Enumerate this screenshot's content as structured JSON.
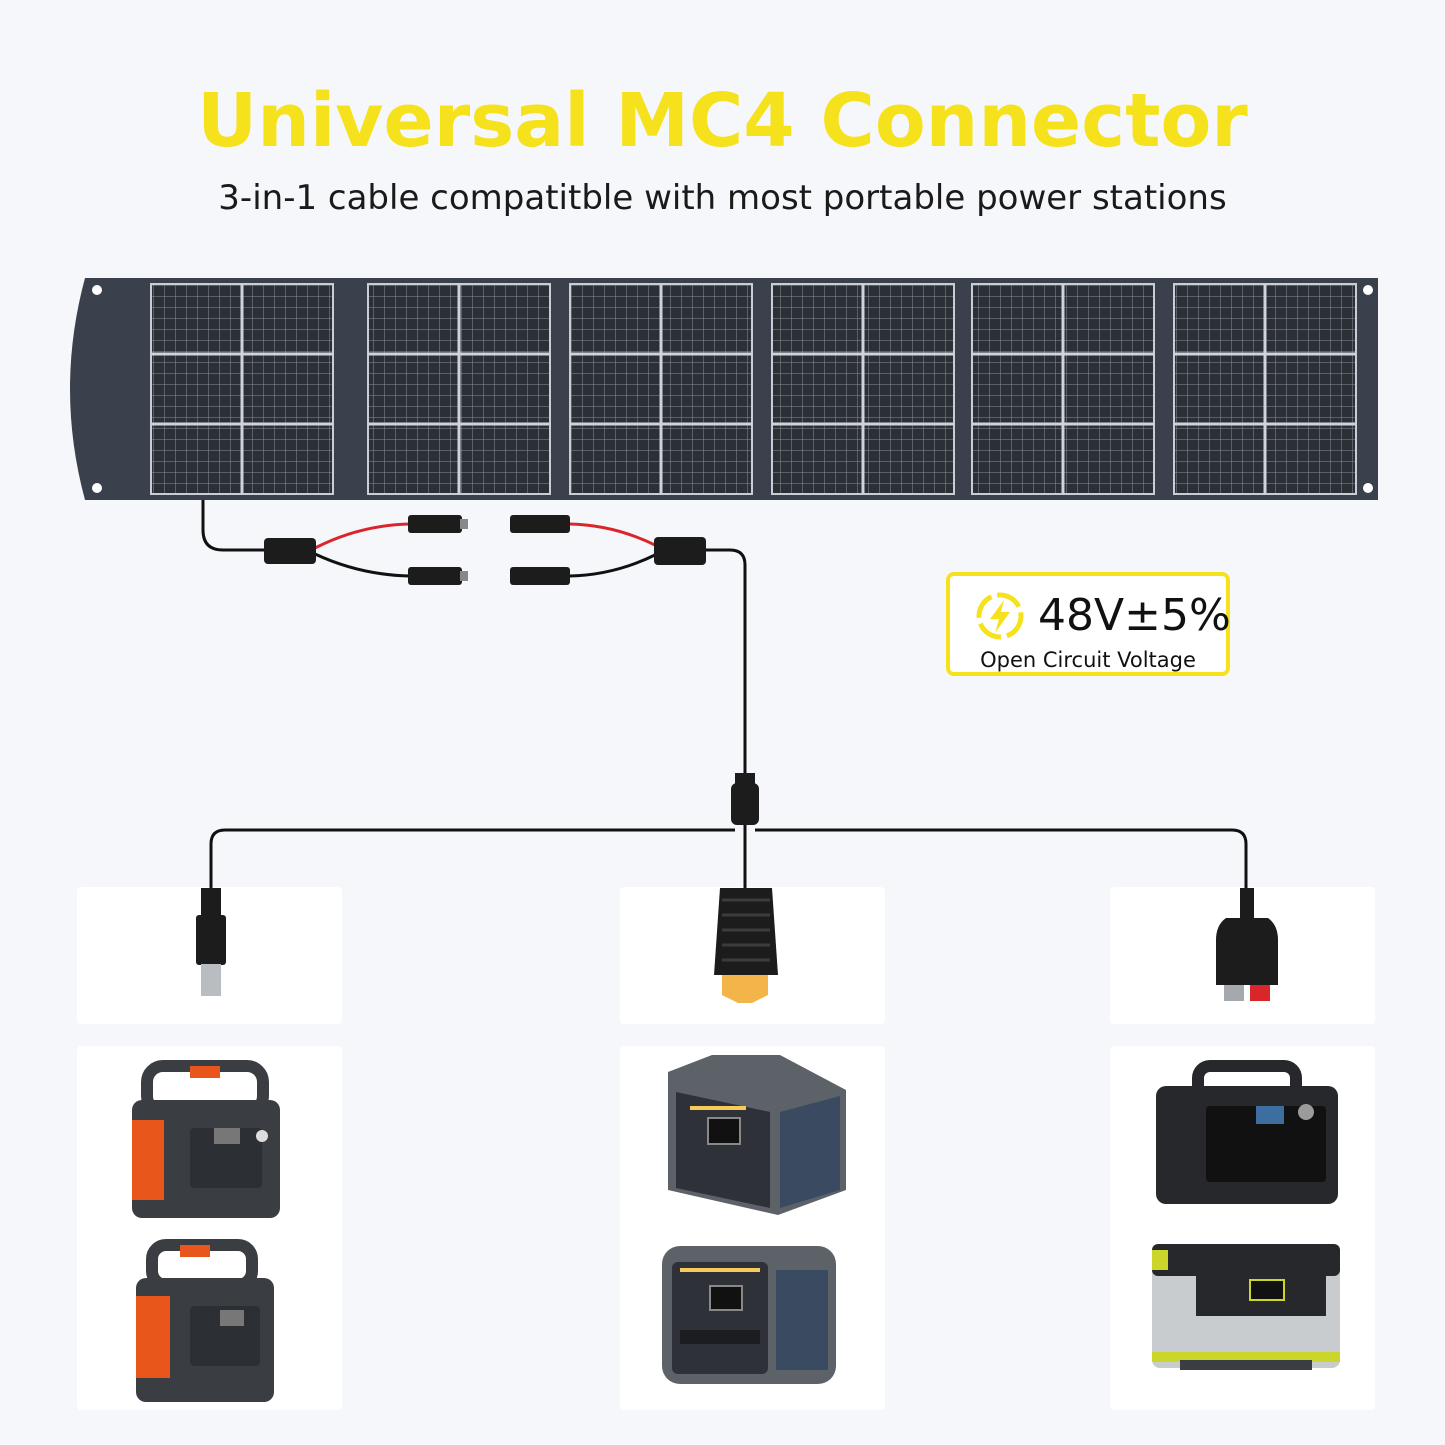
{
  "header": {
    "title": "Universal MC4 Connector",
    "subtitle": "3-in-1 cable compatitble with most portable power stations"
  },
  "spec_badge": {
    "value": "48V±5%",
    "label": "Open Circuit Voltage",
    "icon": "lightning-bolt-icon"
  },
  "colors": {
    "title": "#f5e21c",
    "badge_border": "#f5e21c",
    "panel_frame": "#3b414c",
    "cable_red": "#d8262b",
    "cable_black": "#111111",
    "accent_orange": "#e8561c",
    "xt60_yellow": "#f3b54a"
  },
  "connectors": [
    {
      "icon": "dc5521-plug-icon"
    },
    {
      "icon": "xt60-plug-icon"
    },
    {
      "icon": "anderson-plug-icon"
    }
  ],
  "devices": [
    {
      "icon": "orange-power-station-icon"
    },
    {
      "icon": "grey-power-station-icon"
    },
    {
      "icon": "black-yellow-power-station-icon"
    }
  ]
}
